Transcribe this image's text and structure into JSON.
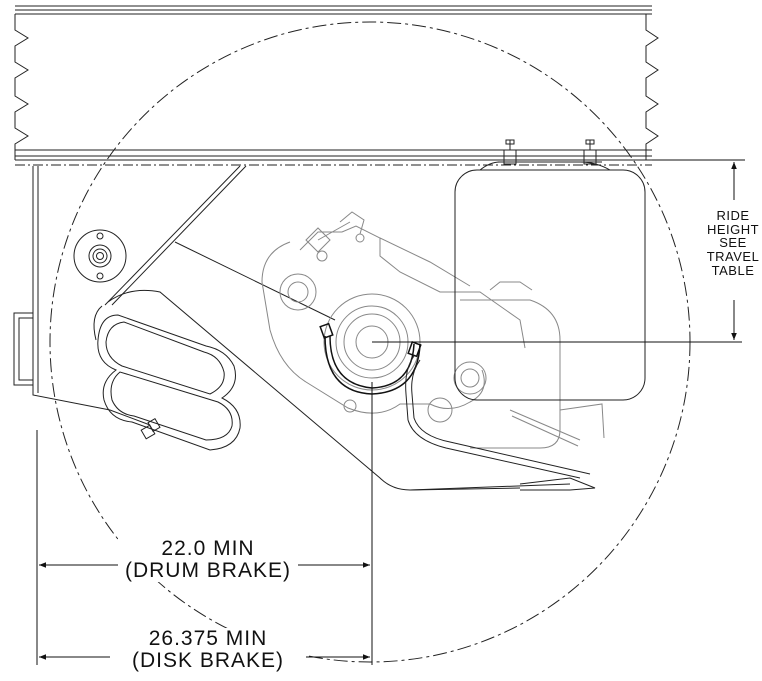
{
  "ride_height_note": {
    "line1": "RIDE",
    "line2": "HEIGHT",
    "line3": "SEE",
    "line4": "TRAVEL",
    "line5": "TABLE"
  },
  "dimension_drum": {
    "value": "22.0 MIN",
    "condition": "(DRUM BRAKE)"
  },
  "dimension_disk": {
    "value": "26.375 MIN",
    "condition": "(DISK BRAKE)"
  },
  "colors": {
    "line": "#111111",
    "part": "#888888",
    "background": "#ffffff"
  }
}
